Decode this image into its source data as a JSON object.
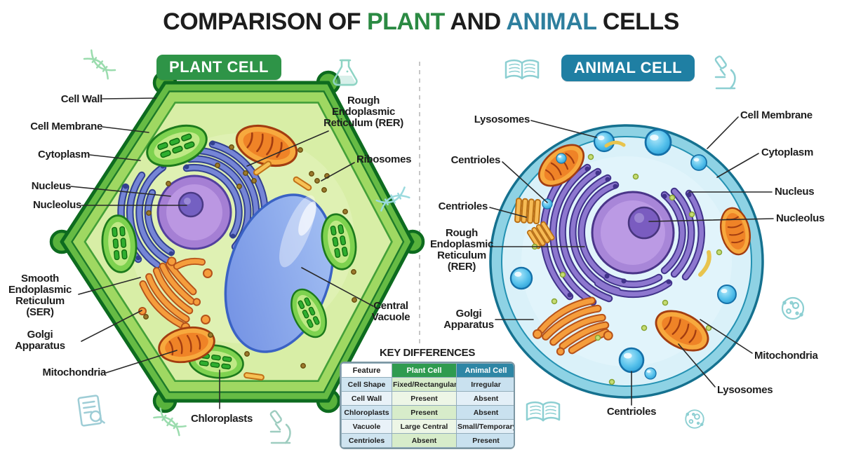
{
  "title": {
    "prefix": "COMPARISON OF",
    "plant_word": "PLANT",
    "and_word": "AND",
    "animal_word": "ANIMAL",
    "suffix": "CELLS"
  },
  "colors": {
    "ink": "#1d1d1d",
    "plant_green": "#2e9447",
    "animal_teal": "#1f7fa3",
    "title_plant_green": "#2b8a43",
    "title_animal_teal": "#2e7f9e",
    "table_plant_header": "#2f9b4f",
    "table_animal_header": "#2e86a5"
  },
  "plant_cell": {
    "badge": "PLANT CELL",
    "labels": {
      "cell_wall": "Cell Wall",
      "cell_membrane": "Cell Membrane",
      "cytoplasm": "Cytoplasm",
      "nucleus": "Nucleus",
      "nucleolus": "Nucleolus",
      "ser": "Smooth\nEndoplasmic\nReticulum\n(SER)",
      "golgi": "Golgi\nApparatus",
      "mitochondria": "Mitochondria",
      "chloroplasts": "Chloroplasts",
      "rer": "Rough\nEndoplasmic\nReticulum (RER)",
      "ribosomes": "Ribosomes",
      "central_vacuole": "Central\nVacuole"
    }
  },
  "animal_cell": {
    "badge": "ANIMAL CELL",
    "labels": {
      "lysosomes_top": "Lysosomes",
      "centrioles_1": "Centrioles",
      "centrioles_2": "Centrioles",
      "rer": "Rough\nEndoplasmic\nReticulum\n(RER)",
      "golgi": "Golgi\nApparatus",
      "centrioles_bottom": "Centrioles",
      "cell_membrane": "Cell Membrane",
      "cytoplasm": "Cytoplasm",
      "nucleus": "Nucleus",
      "nucleolus": "Nucleolus",
      "mitochondria": "Mitochondria",
      "lysosomes_bottom": "Lysosomes"
    }
  },
  "key_differences": {
    "title": "KEY DIFFERENCES",
    "headers": [
      "Feature",
      "Plant Cell",
      "Animal Cell"
    ],
    "rows": [
      {
        "feature": "Cell Shape",
        "plant": "Fixed/Rectangular",
        "animal": "Irregular"
      },
      {
        "feature": "Cell Wall",
        "plant": "Present",
        "animal": "Absent"
      },
      {
        "feature": "Chloroplasts",
        "plant": "Present",
        "animal": "Absent"
      },
      {
        "feature": "Vacuole",
        "plant": "Large Central",
        "animal": "Small/Temporary"
      },
      {
        "feature": "Centrioles",
        "plant": "Absent",
        "animal": "Present"
      }
    ]
  },
  "decorative_icons": [
    "dna-icon",
    "flask-icon",
    "book-icon",
    "microscope-icon",
    "document-magnifier-icon",
    "microbe-icon"
  ]
}
